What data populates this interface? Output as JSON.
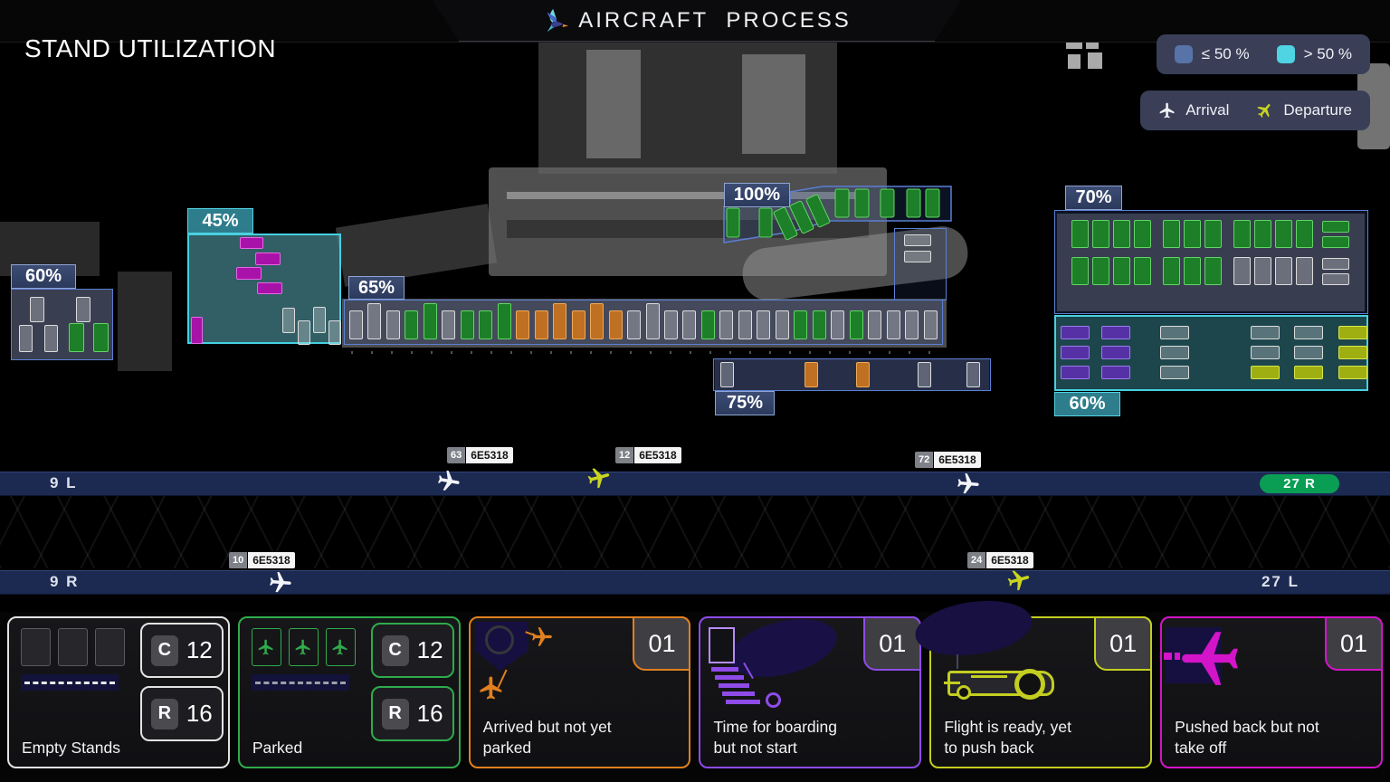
{
  "header": {
    "page_title": "STAND UTILIZATION",
    "app_title": "AIRCRAFT PROCESS"
  },
  "legend": {
    "utilization": [
      {
        "label": "≤ 50 %",
        "color": "#5873a8"
      },
      {
        "label": "> 50 %",
        "color": "#4fd4e4"
      }
    ],
    "movement": [
      {
        "label": "Arrival",
        "color": "#f5f6fa"
      },
      {
        "label": "Departure",
        "color": "#c3d220"
      }
    ]
  },
  "zones": {
    "west_apron": {
      "percent": "60%",
      "rows": [
        [
          "w",
          "w"
        ],
        [
          "w",
          "w",
          "g",
          "g"
        ]
      ]
    },
    "northwest_apron": {
      "percent": "45%",
      "h_stands": [
        "m",
        "m",
        "m",
        "m"
      ],
      "v_stand": "m",
      "white_stands": [
        "w",
        "w",
        "w",
        "w"
      ]
    },
    "central_pier": {
      "percent": "65%",
      "sequence": [
        "w",
        "W",
        "w",
        "g",
        "G",
        "w",
        "g",
        "g",
        "G",
        "o",
        "o",
        "O",
        "o",
        "O",
        "o",
        "w",
        "W",
        "w",
        "w",
        "g",
        "w",
        "w",
        "w",
        "w",
        "g",
        "g",
        "w",
        "g",
        "w",
        "w",
        "w",
        "w"
      ]
    },
    "north_pier": {
      "percent": "100%",
      "left": [
        "g",
        "g"
      ],
      "slope": [
        "g",
        "g",
        "g"
      ],
      "right": [
        "g",
        "g",
        "g",
        "g",
        "g"
      ]
    },
    "east_pier_box": {
      "aux_stands": [
        "w",
        "w"
      ]
    },
    "east_apron_north": {
      "percent": "70%",
      "row1_groups": [
        [
          "g",
          "g",
          "g",
          "g"
        ],
        [
          "g",
          "g",
          "g"
        ],
        [
          "g",
          "g",
          "g",
          "g"
        ]
      ],
      "row1_side": [
        "g",
        "g"
      ],
      "row2_groups": [
        [
          "g",
          "g",
          "g",
          "g"
        ],
        [
          "g",
          "g",
          "g"
        ],
        [
          "w",
          "w",
          "w",
          "w"
        ]
      ],
      "row2_side": [
        "w",
        "w"
      ]
    },
    "east_apron_south": {
      "percent": "60%",
      "columns": [
        [
          "p",
          "p",
          "p"
        ],
        [
          "p",
          "p",
          "p"
        ],
        [
          "w",
          "w",
          "w"
        ],
        [
          "w",
          "w",
          "y"
        ],
        [
          "w",
          "w",
          "y"
        ],
        [
          "y",
          "y",
          "y"
        ]
      ]
    },
    "south_apron": {
      "percent": "75%",
      "stands": [
        "w",
        "o",
        "o",
        "w",
        "w"
      ]
    }
  },
  "runways": [
    {
      "left_label": "9 L",
      "right_label": "27 R",
      "right_highlight": true
    },
    {
      "left_label": "9 R",
      "right_label": "27 L",
      "right_highlight": false
    }
  ],
  "flight_tags": [
    {
      "stand": "63",
      "flight": "6E5318"
    },
    {
      "stand": "12",
      "flight": "6E5318"
    },
    {
      "stand": "72",
      "flight": "6E5318"
    },
    {
      "stand": "10",
      "flight": "6E5318"
    },
    {
      "stand": "24",
      "flight": "6E5318"
    }
  ],
  "status_cards": [
    {
      "label": "Empty Stands",
      "accent": "#e3e3e3",
      "counts": [
        {
          "key": "C",
          "value": "12"
        },
        {
          "key": "R",
          "value": "16"
        }
      ]
    },
    {
      "label": "Parked",
      "accent": "#2fab4b",
      "counts": [
        {
          "key": "C",
          "value": "12"
        },
        {
          "key": "R",
          "value": "16"
        }
      ]
    },
    {
      "label": "Arrived but not yet parked",
      "accent": "#e0801f",
      "count": "01"
    },
    {
      "label": "Time for boarding but not start",
      "accent": "#8e4be8",
      "count": "01"
    },
    {
      "label": "Flight is ready, yet to push back",
      "accent": "#c3ce20",
      "count": "01"
    },
    {
      "label": "Pushed back but not take off",
      "accent": "#d414c9",
      "count": "01"
    }
  ],
  "colors": {
    "zone_blue_border": "#5b7fd4",
    "zone_teal_border": "#46d0e0",
    "runway_active_badge": "#0a9e55",
    "runway_band": "#1c2a52"
  }
}
